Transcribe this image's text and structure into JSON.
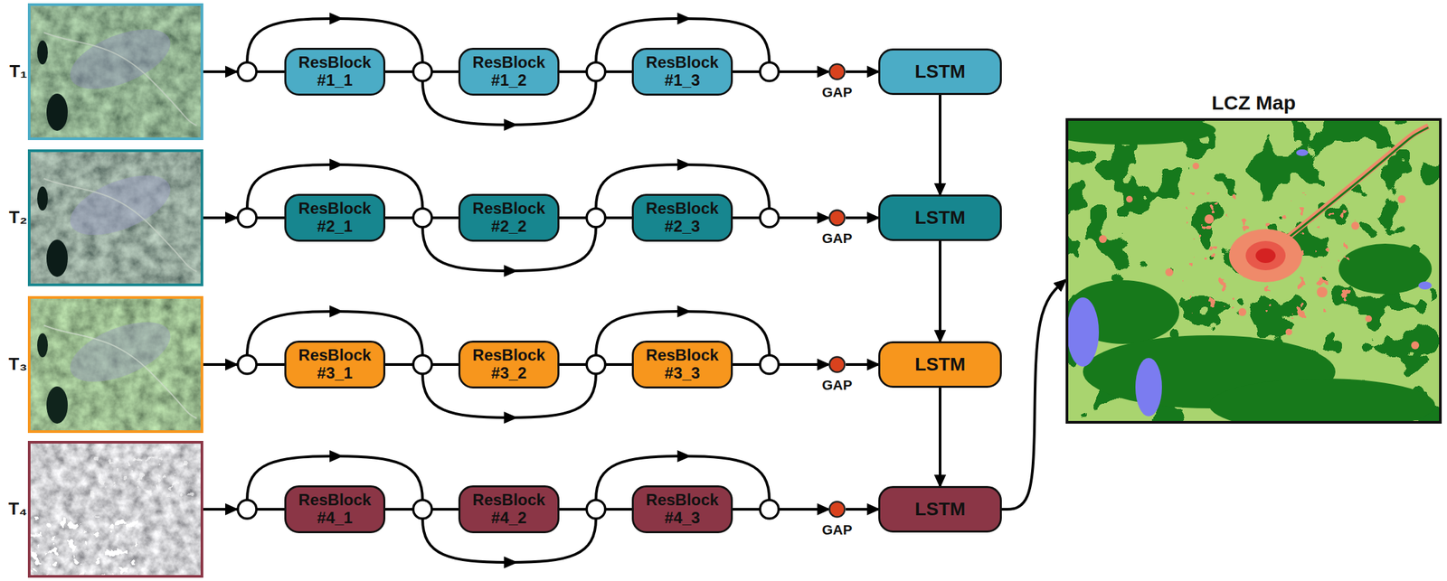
{
  "diagram": {
    "nodes": [
      {
        "text": [
          "T₁"
        ]
      },
      {
        "text": [
          "ResBlock #1_1"
        ]
      },
      {
        "text": [
          "ResBlock #1_2"
        ]
      },
      {
        "text": [
          "ResBlock #1_3"
        ]
      },
      {
        "text": [
          "GAP"
        ]
      },
      {
        "text": [
          "LSTM"
        ]
      },
      {
        "text": [
          "T₂"
        ]
      },
      {
        "text": [
          "ResBlock #2_1"
        ]
      },
      {
        "text": [
          "ResBlock #2_2"
        ]
      },
      {
        "text": [
          "ResBlock #2_3"
        ]
      },
      {
        "text": [
          "GAP"
        ]
      },
      {
        "text": [
          "LSTM"
        ]
      },
      {
        "text": [
          "T₃"
        ]
      },
      {
        "text": [
          "ResBlock #3_1"
        ]
      },
      {
        "text": [
          "ResBlock #3_2"
        ]
      },
      {
        "text": [
          "ResBlock #3_3"
        ]
      },
      {
        "text": [
          "GAP"
        ]
      },
      {
        "text": [
          "LSTM"
        ]
      },
      {
        "text": [
          "T₄"
        ]
      },
      {
        "text": [
          "ResBlock #4_1"
        ]
      },
      {
        "text": [
          "ResBlock #4_2"
        ]
      },
      {
        "text": [
          "ResBlock #4_3"
        ]
      },
      {
        "text": [
          "GAP"
        ]
      },
      {
        "text": [
          "LSTM"
        ]
      },
      {
        "text": [
          "LCZ Map"
        ]
      }
    ],
    "edges": [
      {
        "from": 0,
        "to": 1,
        "arrow": "to"
      },
      {
        "from": 1,
        "to": 2,
        "arrow": "none"
      },
      {
        "from": 2,
        "to": 3,
        "arrow": "none"
      },
      {
        "from": 3,
        "to": 4,
        "arrow": "to"
      },
      {
        "from": 4,
        "to": 5,
        "arrow": "to"
      },
      {
        "from": 6,
        "to": 7,
        "arrow": "to"
      },
      {
        "from": 7,
        "to": 8,
        "arrow": "none"
      },
      {
        "from": 8,
        "to": 9,
        "arrow": "none"
      },
      {
        "from": 9,
        "to": 10,
        "arrow": "to"
      },
      {
        "from": 10,
        "to": 11,
        "arrow": "to"
      },
      {
        "from": 12,
        "to": 13,
        "arrow": "to"
      },
      {
        "from": 13,
        "to": 14,
        "arrow": "none"
      },
      {
        "from": 14,
        "to": 15,
        "arrow": "none"
      },
      {
        "from": 15,
        "to": 16,
        "arrow": "to"
      },
      {
        "from": 16,
        "to": 17,
        "arrow": "to"
      },
      {
        "from": 18,
        "to": 19,
        "arrow": "to"
      },
      {
        "from": 19,
        "to": 20,
        "arrow": "none"
      },
      {
        "from": 20,
        "to": 21,
        "arrow": "none"
      },
      {
        "from": 21,
        "to": 22,
        "arrow": "to"
      },
      {
        "from": 22,
        "to": 23,
        "arrow": "to"
      },
      {
        "from": 5,
        "to": 11,
        "arrow": "to"
      },
      {
        "from": 11,
        "to": 17,
        "arrow": "to"
      },
      {
        "from": 17,
        "to": 23,
        "arrow": "to"
      },
      {
        "from": 23,
        "to": 24,
        "arrow": "to"
      }
    ]
  }
}
